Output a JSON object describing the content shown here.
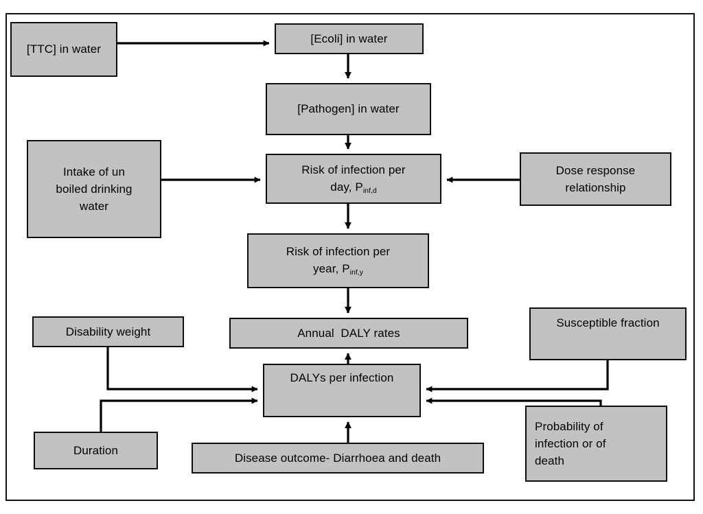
{
  "diagram": {
    "title": "Risk assessment flow from water quality to DALYs",
    "colors": {
      "node_fill": "#c2c2c2",
      "node_border": "#0d0d0d",
      "connector": "#000000",
      "frame": "#111111",
      "background": "#ffffff"
    },
    "frame": {
      "label": "diagram-border"
    },
    "nodes": [
      {
        "id": "ttc",
        "label": "[TTC] in water"
      },
      {
        "id": "ecoli",
        "label": "[Ecoli] in water"
      },
      {
        "id": "pathogen",
        "label": "[Pathogen] in water"
      },
      {
        "id": "intake",
        "label": "Intake of un\nboiled drinking\nwater"
      },
      {
        "id": "risk_day",
        "label": "Risk of infection per\nday, P",
        "sub": "inf,d"
      },
      {
        "id": "dose",
        "label": "Dose response\nrelationship"
      },
      {
        "id": "risk_year",
        "label": "Risk of infection per\nyear, P",
        "sub": "inf,y"
      },
      {
        "id": "annual_daly",
        "label": "Annual  DALY rates"
      },
      {
        "id": "disability",
        "label": "Disability weight"
      },
      {
        "id": "susceptible",
        "label": "Susceptible fraction"
      },
      {
        "id": "dalys_inf",
        "label": "DALYs per infection"
      },
      {
        "id": "duration",
        "label": "Duration"
      },
      {
        "id": "disease",
        "label": "Disease outcome- Diarrhoea and death"
      },
      {
        "id": "probability",
        "label": "Probability of\ninfection or of\ndeath"
      }
    ],
    "edges": [
      {
        "from": "ttc",
        "to": "ecoli",
        "kind": "arrow-right"
      },
      {
        "from": "ecoli",
        "to": "pathogen",
        "kind": "arrow-down"
      },
      {
        "from": "pathogen",
        "to": "risk_day",
        "kind": "arrow-down"
      },
      {
        "from": "intake",
        "to": "risk_day",
        "kind": "arrow-right"
      },
      {
        "from": "dose",
        "to": "risk_day",
        "kind": "arrow-left"
      },
      {
        "from": "risk_day",
        "to": "risk_year",
        "kind": "arrow-down"
      },
      {
        "from": "risk_year",
        "to": "annual_daly",
        "kind": "arrow-down"
      },
      {
        "from": "dalys_inf",
        "to": "annual_daly",
        "kind": "arrow-up"
      },
      {
        "from": "disability",
        "to": "dalys_inf",
        "kind": "elbow-arrow-right"
      },
      {
        "from": "duration",
        "to": "dalys_inf",
        "kind": "elbow-arrow-right"
      },
      {
        "from": "susceptible",
        "to": "dalys_inf",
        "kind": "elbow-arrow-left"
      },
      {
        "from": "probability",
        "to": "dalys_inf",
        "kind": "elbow-arrow-left"
      },
      {
        "from": "disease",
        "to": "dalys_inf",
        "kind": "arrow-up"
      }
    ]
  }
}
